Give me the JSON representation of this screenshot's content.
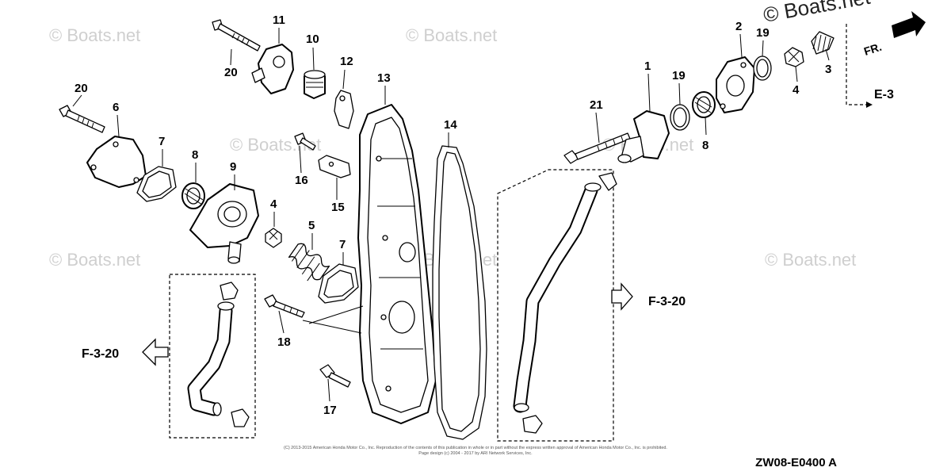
{
  "watermarks": [
    "© Boats.net",
    "© Boats.net",
    "© Boats.net",
    "© Boats.net",
    "© Boats.net",
    "© Boats.net",
    "© Boats.net"
  ],
  "corner_watermark": "© Boats.net",
  "direction_label": "FR.",
  "refs": {
    "e3": "E-3",
    "f320_right": "F-3-20",
    "f320_left": "F-3-20"
  },
  "callouts": {
    "c1": "1",
    "c2": "2",
    "c3": "3",
    "c4a": "4",
    "c4b": "4",
    "c5": "5",
    "c6": "6",
    "c7a": "7",
    "c7b": "7",
    "c8a": "8",
    "c8b": "8",
    "c9": "9",
    "c10": "10",
    "c11": "11",
    "c12": "12",
    "c13": "13",
    "c14": "14",
    "c15": "15",
    "c16": "16",
    "c17": "17",
    "c18": "18",
    "c19a": "19",
    "c19b": "19",
    "c20a": "20",
    "c20b": "20",
    "c21": "21"
  },
  "copyright_line1": "(C) 2013-2015 American Honda Motor Co., Inc. Reproduction of the contents of this publication in whole or in part without the express written approval of American Honda Motor Co., Inc. is prohibited.",
  "copyright_line2": "Page design (c) 2004 - 2017 by ARI Network Services, Inc.",
  "diagram_code": "ZW08-E0400 A"
}
